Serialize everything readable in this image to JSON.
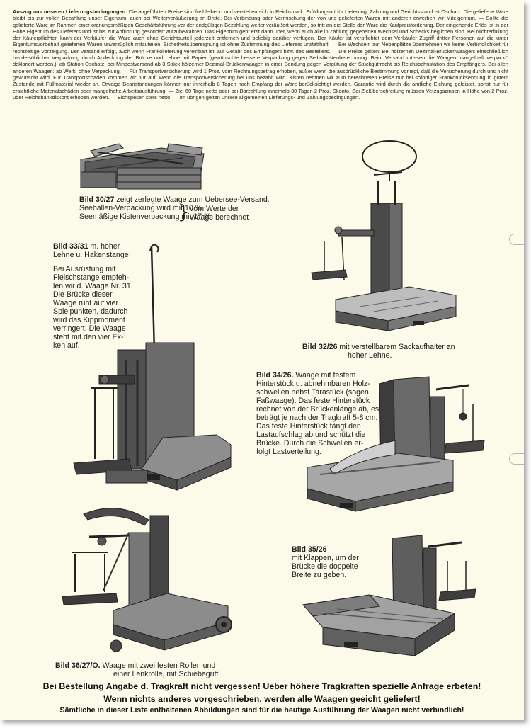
{
  "terms": {
    "heading": "Auszug aus unseren Lieferungsbedingungen:",
    "body": "Die angeführten Preise sind freibleibend und verstehen sich in Reichsmark. Erfüllungsort für Lieferung, Zahlung und Gerichtsstand ist Oschatz. Die gelieferte Ware bleibt bis zur vollen Bezahlung unser Eigentum, auch bei Weiterveräußerung an Dritte. Bei Verbindung oder Vermischung der von uns gelieferten Waren mit anderen erwerben wir Miteigentum. — Sollte die gelieferte Ware im Rahmen einer ordnungsmäßigen Geschäftsführung vor der endgültigen Bezahlung weiter veräußert werden, so tritt an die Stelle der Ware die Kaufpreisforderung. Der eingehende Erlös ist in der Höhe Eigentum des Lieferers und ist bis zur Abführung gesondert aufzubewahren. Das Eigentum geht erst dann über, wenn auch alle in Zahlung gegebenen Wechsel und Schecks beglichen sind. Bei Nichterfüllung der Käuferpflichten kann der Verkäufer die Ware auch ohne Gerichtsurteil jederzeit entfernen und beliebig darüber verfügen. Der Käufer ist verpflichtet dem Verkäufer Zugriff dritter Personen auf die unter Eigentumsvorbehalt gelieferten Waren unverzüglich mitzuteilen. Sicherheitsübereignung ist ohne Zustimmung des Lieferers unstatthaft. — Bei Wechseln auf Nebenplätze übernehmen wir keine Verbindlichkeit für rechtzeitige Vorzeigung. Der Versand erfolgt, auch wenn Frankolieferung vereinbart ist, auf Gefahr des Empfängers bzw. des Bestellers. — Die Preise gelten: Bei hölzernen Dezimal-Brückenwaagen: einschließlich handelsüblicher Verpackung durch Abdeckung der Brücke und Lehne mit Papier (gewünschte bessere Verpackung gegen Selbstkostenberechnung. Beim Versand müssen die Waagen mangelhaft verpackt\" deklariert werden.), ab Station Oschatz, bei Mindestversand ab 3 Stück hölzerner Dezimal-Brückenwaagen in einer Sendung gegen Vergütung der Stückgutfracht bis Reichsbahnstation des Empfängers. Bei allen anderen Waagen: ab Werk, ohne Verpackung. — Für Transportversicherung wird 1 Proz. vom Rechnungsbetrag erhoben, außer wenn die ausdrückliche Bestimmung vorliegt, daß die Versicherung durch uns nicht gewünscht wird. Für Transportschäden kommen wir nur auf, wenn die Transportversicherung bei uns bezahlt wird. Kisten nehmen wir zum berechneten Preise nur bei sofortiger Frankorücksendung in gutem Zustande mit Füllmaterial wieder an. Etwaige Beanstandungen können nur innerhalb 8 Tagen nach Empfang der Ware berücksichtigt werden. Garantie wird durch die amtliche Eichung geleistet, sonst nur für ersichtliche Materialschäden oder mangelhafte Arbeitsausführung. — Ziel 60 Tage netto oder bei Barzahlung innerhalb 30 Tagen 2 Proz. Skonto. Bei Zielüberschreitung müssen Verzugszinsen in Höhe von 2 Proz. über Reichsbankdiskont erhoben werden. — Eichspesen stets netto. — Im übrigen gelten unsere allgemeinen Lieferungs- und Zahlungsbedingungen."
  },
  "captions": {
    "bild30": {
      "label": "Bild 30/27",
      "line1": "zeigt zerlegte Waage zum Uebersee-Versand.",
      "line2": "Seeballen-Verpackung wird mit 10 %",
      "line3": "Seemäßige Kistenverpackung mit 17 %",
      "brace_text1": "vom Werte der",
      "brace_text2": "Waage berechnet"
    },
    "bild33": {
      "label": "Bild 33/31",
      "line1": "m. hoher",
      "line2": "Lehne u. Hakenstange",
      "p1": "Bei Ausrüstung mit",
      "p2": "Fleischstange empfeh-",
      "p3": "len wir d. Waage Nr. 31.",
      "p4": "Die Brücke dieser",
      "p5": "Waage ruht auf vier",
      "p6": "Spielpunkten, dadurch",
      "p7": "wird das Kippmoment",
      "p8": "verringert. Die Waage",
      "p9": "steht mit den vier Ek-",
      "p10": "ken auf."
    },
    "bild32": {
      "label": "Bild 32/26",
      "line1": "mit verstellbarem Sackaufhalter an",
      "line2": "hoher Lehne."
    },
    "bild34": {
      "label": "Bild 34/26.",
      "line1": "Waage mit festem",
      "l2": "Hinterstück u. abnehmbaren Holz-",
      "l3": "schwellen nebst Tarastück (sogen.",
      "l4": "Faßwaage). Das feste Hinterstück",
      "l5": "rechnet von der Brückenlänge ab, es",
      "l6": "beträgt je nach der Tragkraft 5-8 cm.",
      "l7": "Das feste Hinterstück fängt den",
      "l8": "Lastaufschlag ab und schützt die",
      "l9": "Brücke. Durch die Schwellen er-",
      "l10": "folgt Lastverteilung."
    },
    "bild35": {
      "label": "Bild 35/26",
      "l1": "mit Klappen, um der",
      "l2": "Brücke die doppelte",
      "l3": "Breite zu geben."
    },
    "bild36": {
      "label": "Bild 36/27/O.",
      "line1": "Waage mit zwei festen Rollen und",
      "line2": "einer Lenkrolle, mit Schiebegriff."
    }
  },
  "footer": {
    "line1": "Bei Bestellung Angabe d. Tragkraft nicht vergessen! Ueber höhere Tragkraften spezielle Anfrage erbeten!",
    "line2": "Wenn nichts anderes vorgeschrieben, werden alle Waagen geeicht geliefert!",
    "line3": "Sämtliche in dieser Liste enthaltenen Abbildungen sind für die heutige Ausführung der Waagen nicht verbindlich!"
  },
  "colors": {
    "paper": "#fcfbe9",
    "ink": "#1a1a1a",
    "wood_dark": "#3a3a3a",
    "wood_mid": "#6e6e6e",
    "wood_light": "#b9b9b9"
  }
}
